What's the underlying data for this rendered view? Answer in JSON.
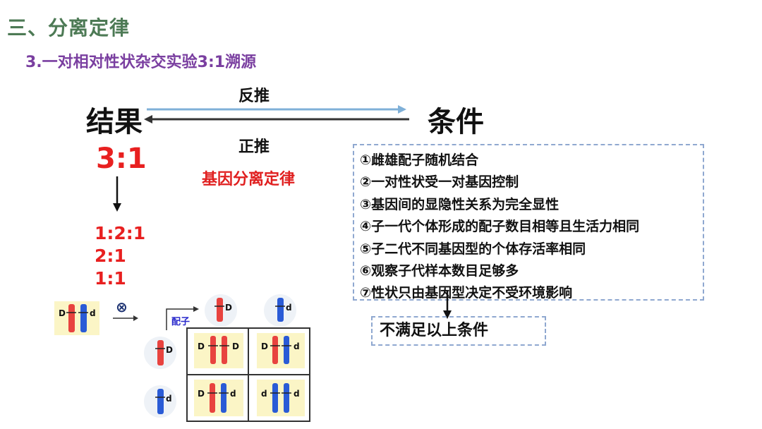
{
  "title": "三、分离定律",
  "subtitle": "3.一对相对性状杂交实验3:1溯源",
  "flow": {
    "result_label": "结果",
    "condition_label": "条件",
    "reverse_label": "反推",
    "forward_label": "正推",
    "ratio": "3:1",
    "law": "基因分离定律",
    "other_ratios": [
      "1:2:1",
      "2:1",
      "1:1"
    ]
  },
  "conditions": [
    "①雌雄配子随机结合",
    "②一对性状受一对基因控制",
    "③基因间的显隐性关系为完全显性",
    "④子一代个体形成的配子数目相等且生活力相同",
    "⑤子二代不同基因型的个体存活率相同",
    "⑥观察子代样本数目足够多",
    "⑦性状只由基因型决定不受环境影响"
  ],
  "unmet": "不满足以上条件",
  "diagram": {
    "self_cross_symbol": "⊗",
    "gamete_label": "配子",
    "allele_D": "D",
    "allele_d": "d",
    "colors": {
      "red": "#e8433f",
      "blue": "#2a5bd6",
      "cell": "#fbf5c6",
      "arrow_blue": "#7fb0d8"
    }
  }
}
